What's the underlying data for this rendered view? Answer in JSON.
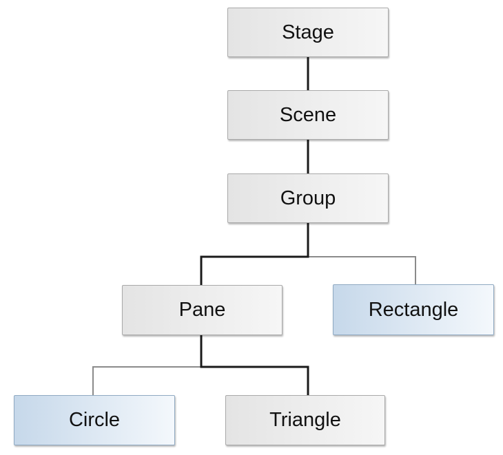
{
  "diagram": {
    "nodes": {
      "stage": {
        "label": "Stage"
      },
      "scene": {
        "label": "Scene"
      },
      "group": {
        "label": "Group"
      },
      "pane": {
        "label": "Pane"
      },
      "rectangle": {
        "label": "Rectangle"
      },
      "circle": {
        "label": "Circle"
      },
      "triangle": {
        "label": "Triangle"
      }
    },
    "edges": [
      {
        "from": "Stage",
        "to": "Scene"
      },
      {
        "from": "Scene",
        "to": "Group"
      },
      {
        "from": "Group",
        "to": "Pane"
      },
      {
        "from": "Group",
        "to": "Rectangle"
      },
      {
        "from": "Pane",
        "to": "Circle"
      },
      {
        "from": "Pane",
        "to": "Triangle"
      }
    ],
    "colors": {
      "branch_node_fill": "#e4e4e4",
      "leaf_node_fill": "#c6d8ea",
      "connector_dark": "#1a1a1a",
      "connector_light": "#8a8a8a"
    }
  }
}
